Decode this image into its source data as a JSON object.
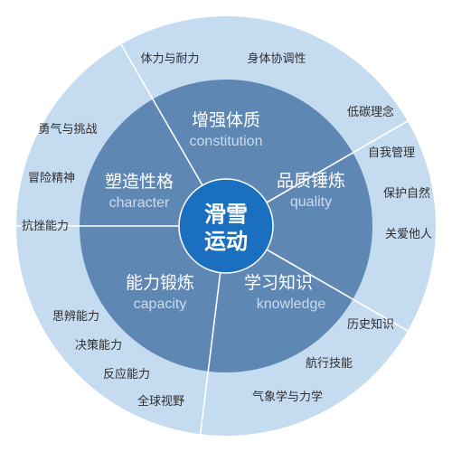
{
  "center": {
    "line1": "滑雪",
    "line2": "运动"
  },
  "segments": [
    {
      "id": "constitution",
      "title": "增强体质",
      "subtitle": "constitution",
      "items": [
        "体力与耐力",
        "身体协调性"
      ]
    },
    {
      "id": "quality",
      "title": "品质锤炼",
      "subtitle": "quality",
      "items": [
        "低碳理念",
        "自我管理",
        "保护自然",
        "关爱他人"
      ]
    },
    {
      "id": "knowledge",
      "title": "学习知识",
      "subtitle": "knowledge",
      "items": [
        "历史知识",
        "航行技能",
        "气象学与力学"
      ]
    },
    {
      "id": "capacity",
      "title": "能力锻炼",
      "subtitle": "capacity",
      "items": [
        "思辨能力",
        "决策能力",
        "反应能力",
        "全球视野"
      ]
    },
    {
      "id": "character",
      "title": "塑造性格",
      "subtitle": "character",
      "items": [
        "勇气与挑战",
        "冒险精神",
        "抗挫能力"
      ]
    }
  ],
  "colors": {
    "outer_ring": "#c5dcf0",
    "middle_ring": "#5f87b4",
    "core": "#1a6fc0",
    "divider": "#ffffff",
    "item_text": "#2e2e2e",
    "subtitle_text": "#c9dcee"
  }
}
